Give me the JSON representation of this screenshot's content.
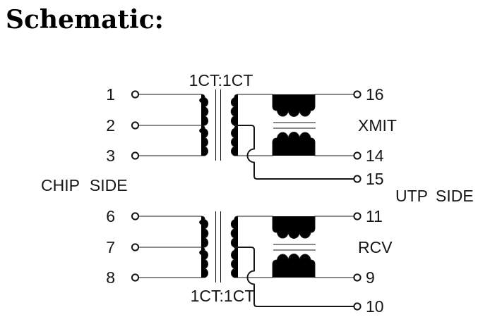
{
  "title": "Schematic:",
  "colors": {
    "line": "#161616",
    "dot": "#383838",
    "background": "#ffffff"
  },
  "side_labels": {
    "chip": "CHIP SIDE",
    "utp": "UTP SIDE"
  },
  "transformers": [
    {
      "name": "XMIT",
      "ratio": "1CT:1CT",
      "chip_pins": [
        "1",
        "2",
        "3"
      ],
      "utp_pins": [
        "16",
        "14",
        "15"
      ]
    },
    {
      "name": "RCV",
      "ratio": "1CT:1CT",
      "chip_pins": [
        "6",
        "7",
        "8"
      ],
      "utp_pins": [
        "11",
        "9",
        "10"
      ]
    }
  ]
}
